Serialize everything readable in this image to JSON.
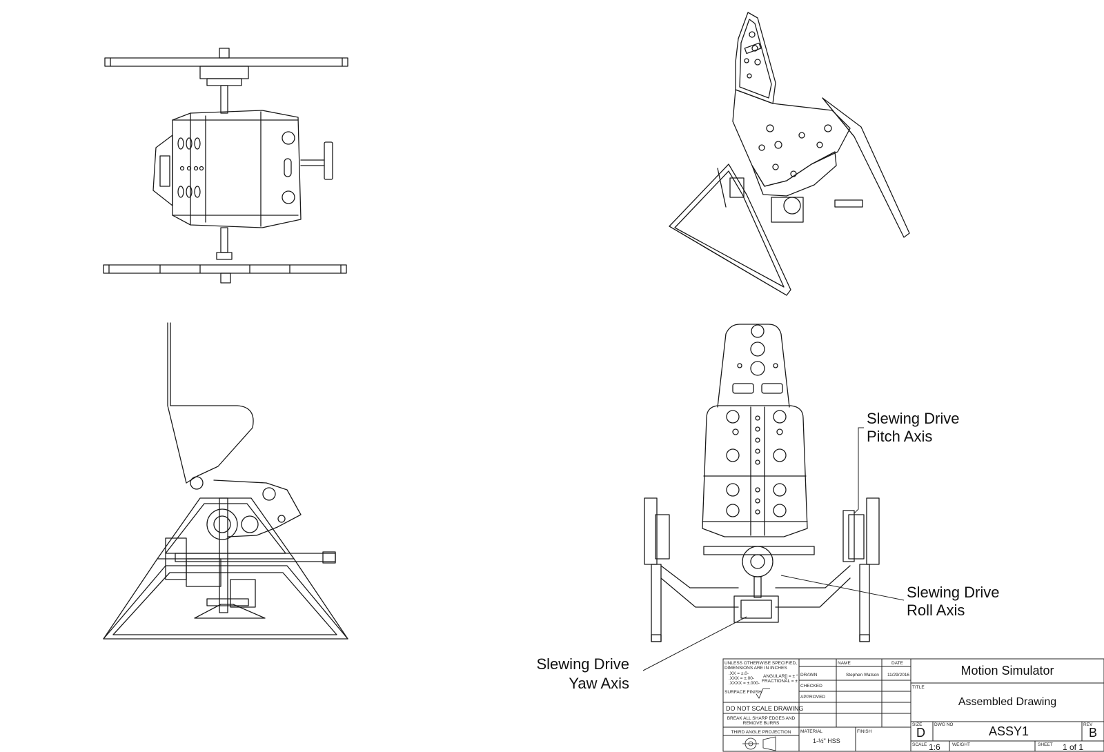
{
  "callouts": {
    "pitch": [
      "Slewing Drive",
      "Pitch Axis"
    ],
    "roll": [
      "Slewing Drive",
      "Roll Axis"
    ],
    "yaw": [
      "Slewing Drive",
      "Yaw Axis"
    ]
  },
  "title_block": {
    "tolerance_notes": [
      "UNLESS OTHERWISE SPECIFIED,",
      "DIMENSIONS ARE IN INCHES",
      ".XX = ±.0-",
      ".XXX = ±.00-",
      ".XXXX = ±.000-",
      "ANGULAR[] = ± °",
      "FRACTIONAL = ±"
    ],
    "surface_finish_label": "SURFACE FINISH",
    "do_not_scale": "DO NOT SCALE DRAWING",
    "break_edges": [
      "BREAK ALL SHARP EDGES AND",
      "REMOVE BURRS"
    ],
    "projection": "THIRD ANGLE PROJECTION",
    "name_header": "NAME",
    "date_header": "DATE",
    "drawn_label": "DRAWN",
    "drawn_name": "Stephen Watson",
    "drawn_date": "11/29/2016",
    "checked_label": "CHECKED",
    "approved_label": "APPROVED",
    "material_label": "MATERIAL",
    "material_value": "1-½\" HSS",
    "finish_label": "FINISH",
    "title_label": "TITLE",
    "project": "Motion Simulator",
    "title": "Assembled Drawing",
    "size_label": "SIZE",
    "size": "D",
    "dwg_no_label": "DWG NO",
    "dwg_no": "ASSY1",
    "rev_label": "REV",
    "rev": "B",
    "scale_label": "SCALE",
    "scale": "1:6",
    "weight_label": "WEIGHT",
    "sheet_label": "SHEET",
    "sheet": "1 of 1"
  }
}
